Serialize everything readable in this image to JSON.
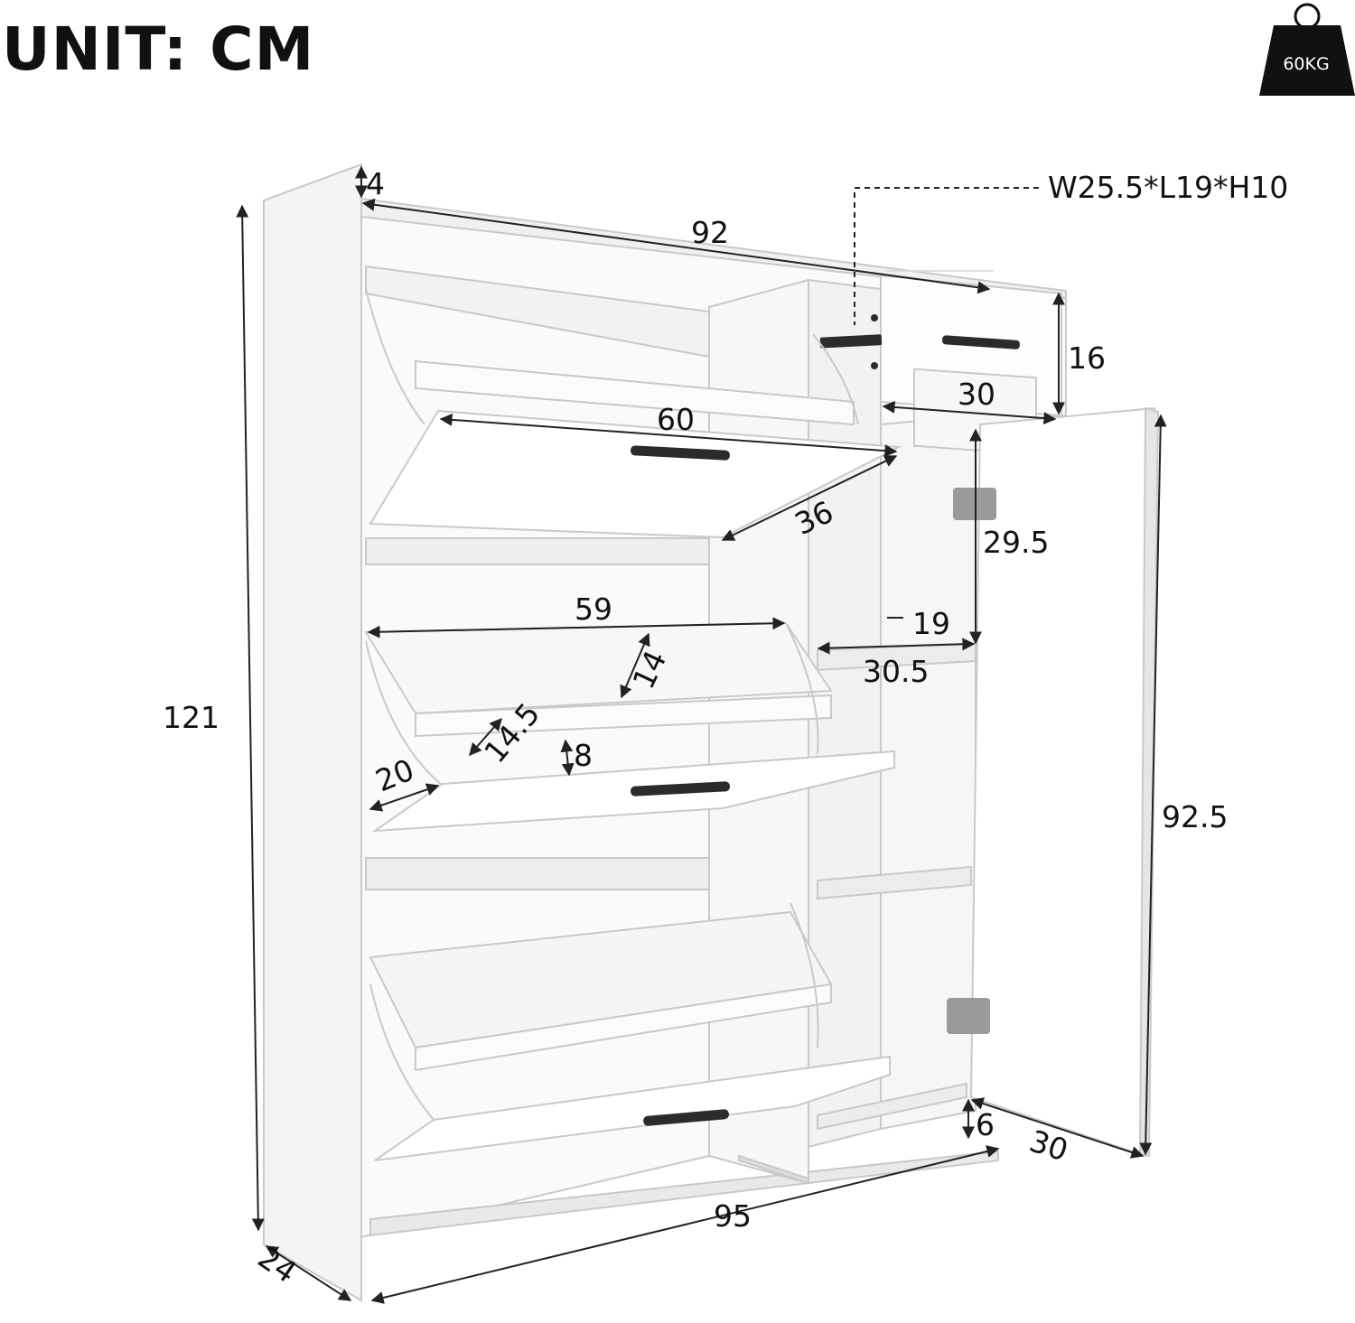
{
  "header": {
    "unit_label": "UNIT: CM"
  },
  "badge": {
    "weight": "60KG"
  },
  "drawer_spec": "W25.5*L19*H10",
  "dimensions": {
    "top_thickness": "4",
    "top_width": "92",
    "drawer_height": "16",
    "drawer_width": "30",
    "flap_top_width": "60",
    "flap_top_depth": "36",
    "door_upper_space": "29.5",
    "shelf_depth": "19",
    "shelf_width": "30.5",
    "flap_mid_width": "59",
    "flap_mid_depth": "14",
    "flap_inner_depth": "14.5",
    "flap_gap": "8",
    "flap_lower_depth": "20",
    "door_height": "92.5",
    "total_height": "121",
    "plinth_height": "6",
    "door_width": "30",
    "total_width": "95",
    "total_depth": "24"
  },
  "colors": {
    "line": "#222222",
    "panel": "#ffffff",
    "shade": "#eeeeee",
    "handle": "#2b2b2b",
    "badge": "#111111"
  }
}
